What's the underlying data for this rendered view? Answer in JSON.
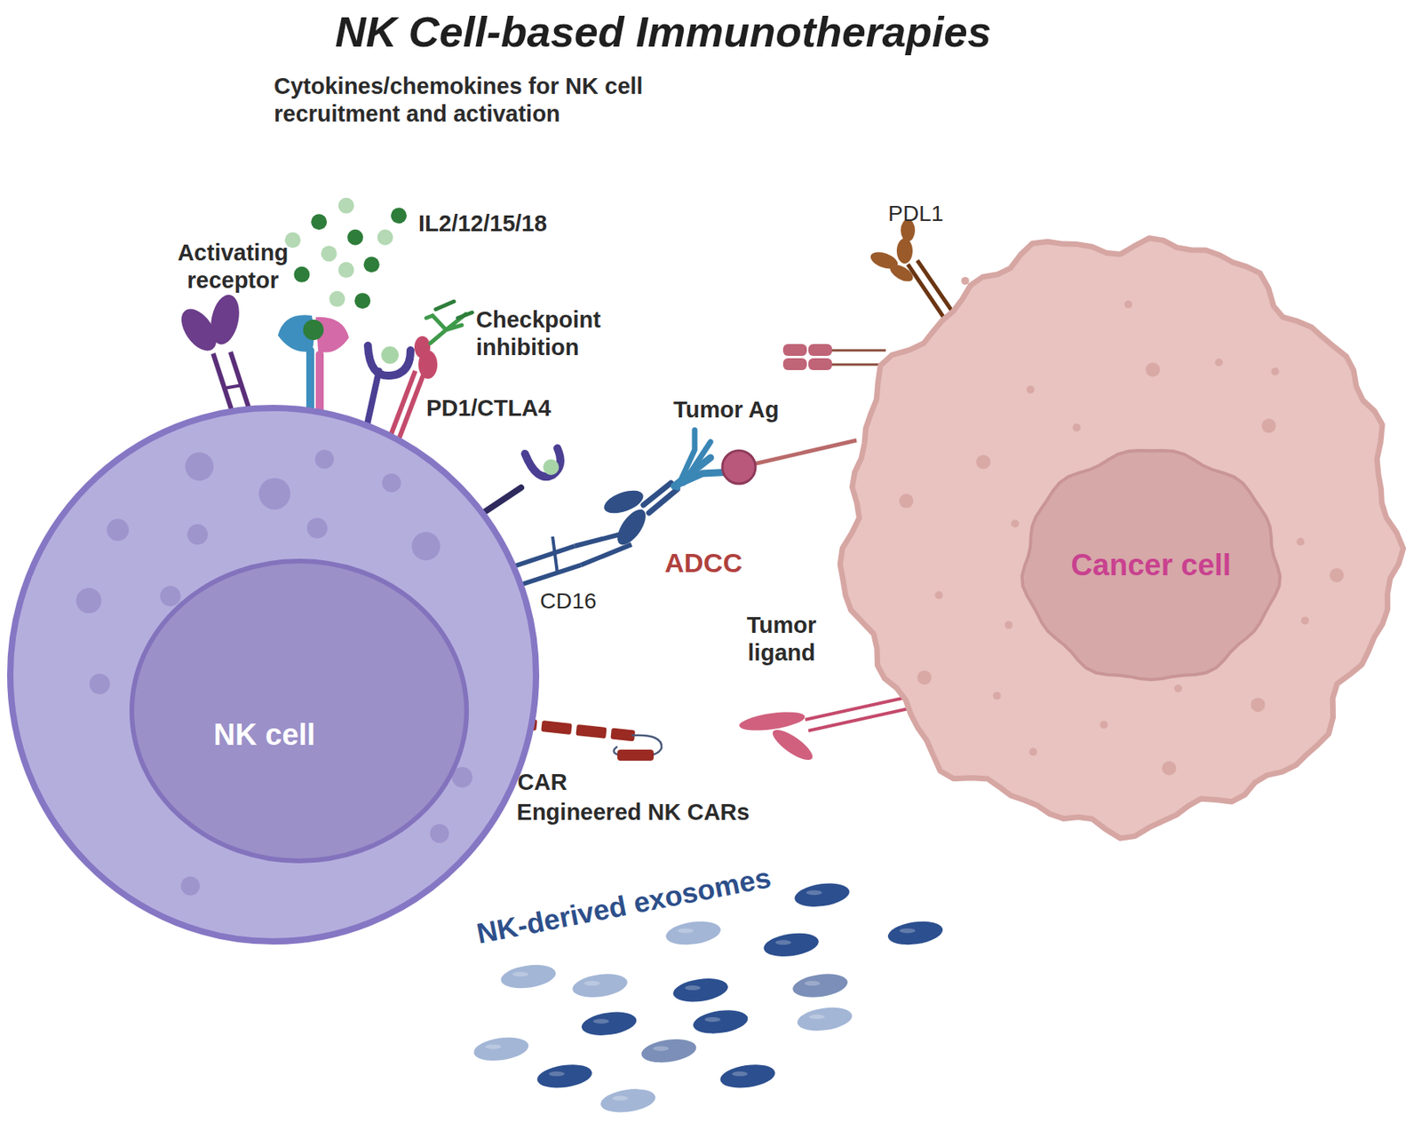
{
  "diagram": {
    "title": "NK Cell-based Immunotherapies",
    "nodes": [
      {
        "text": [
          "NK cell"
        ]
      },
      {
        "text": [
          "Cancer cell"
        ]
      }
    ],
    "labels": [
      "Cytokines/chemokines for NK cell recruitment and activation",
      "IL2/12/15/18",
      "Activating receptor",
      "Checkpoint inhibition",
      "PD1/CTLA4",
      "PDL1",
      "Tumor Ag",
      "ADCC",
      "CD16",
      "Tumor ligand",
      "CAR",
      "Engineered NK CARs",
      "NK-derived exosomes"
    ]
  }
}
